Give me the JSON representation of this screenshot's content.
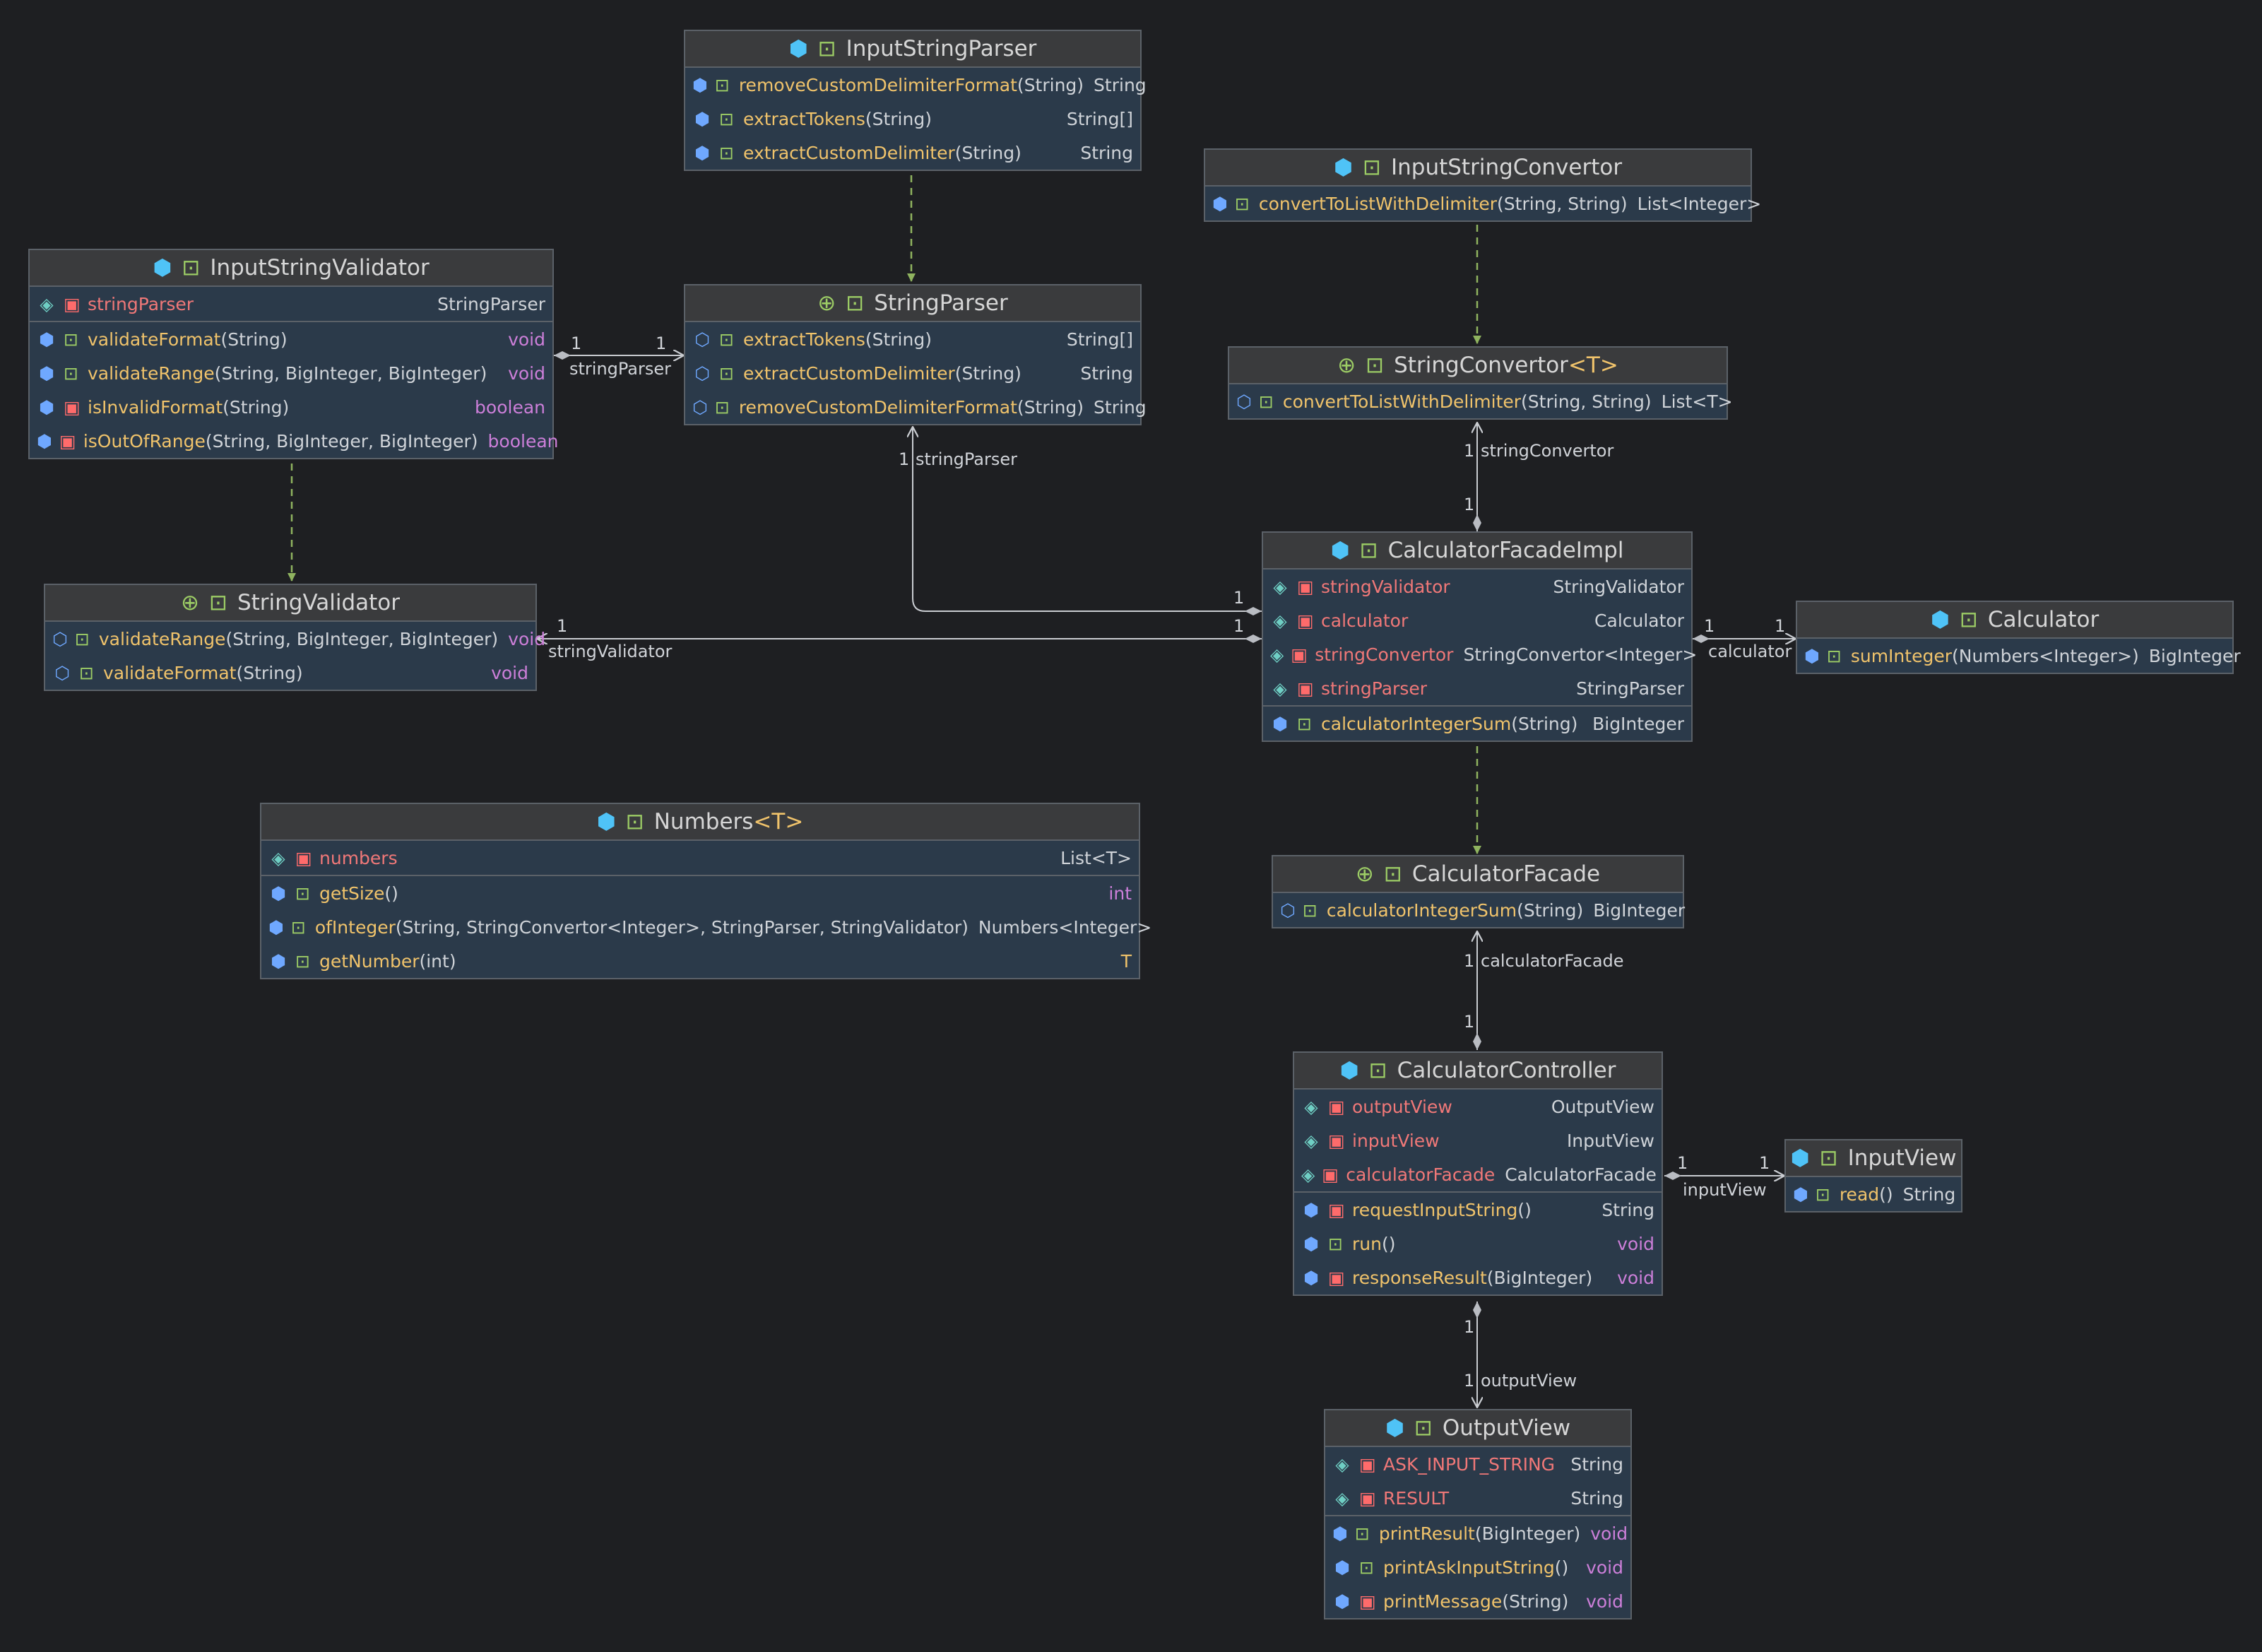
{
  "classes": {
    "input_string_parser": {
      "title": "InputStringParser",
      "methods": [
        {
          "name": "removeCustomDelimiterFormat",
          "args": "(String)",
          "ret": "String"
        },
        {
          "name": "extractTokens",
          "args": "(String)",
          "ret": "String[]"
        },
        {
          "name": "extractCustomDelimiter",
          "args": "(String)",
          "ret": "String"
        }
      ]
    },
    "string_parser": {
      "title": "StringParser",
      "methods": [
        {
          "name": "extractTokens",
          "args": "(String)",
          "ret": "String[]"
        },
        {
          "name": "extractCustomDelimiter",
          "args": "(String)",
          "ret": "String"
        },
        {
          "name": "removeCustomDelimiterFormat",
          "args": "(String)",
          "ret": "String"
        }
      ]
    },
    "input_string_validator": {
      "title": "InputStringValidator",
      "fields": [
        {
          "name": "stringParser",
          "type": "StringParser"
        }
      ],
      "methods": [
        {
          "name": "validateFormat",
          "args": "(String)",
          "ret": "void"
        },
        {
          "name": "validateRange",
          "args": "(String, BigInteger, BigInteger)",
          "ret": "void"
        },
        {
          "name": "isInvalidFormat",
          "args": "(String)",
          "ret": "boolean"
        },
        {
          "name": "isOutOfRange",
          "args": "(String, BigInteger, BigInteger)",
          "ret": "boolean"
        }
      ]
    },
    "string_validator": {
      "title": "StringValidator",
      "methods": [
        {
          "name": "validateRange",
          "args": "(String, BigInteger, BigInteger)",
          "ret": "void"
        },
        {
          "name": "validateFormat",
          "args": "(String)",
          "ret": "void"
        }
      ]
    },
    "input_string_convertor": {
      "title": "InputStringConvertor",
      "methods": [
        {
          "name": "convertToListWithDelimiter",
          "args": "(String, String)",
          "ret": "List<Integer>"
        }
      ]
    },
    "string_convertor": {
      "title": "StringConvertor",
      "generic": "<T>",
      "methods": [
        {
          "name": "convertToListWithDelimiter",
          "args": "(String, String)",
          "ret": "List<T>"
        }
      ]
    },
    "calculator_facade_impl": {
      "title": "CalculatorFacadeImpl",
      "fields": [
        {
          "name": "stringValidator",
          "type": "StringValidator"
        },
        {
          "name": "calculator",
          "type": "Calculator"
        },
        {
          "name": "stringConvertor",
          "type": "StringConvertor<Integer>"
        },
        {
          "name": "stringParser",
          "type": "StringParser"
        }
      ],
      "methods": [
        {
          "name": "calculatorIntegerSum",
          "args": "(String)",
          "ret": "BigInteger"
        }
      ]
    },
    "calculator": {
      "title": "Calculator",
      "methods": [
        {
          "name": "sumInteger",
          "args": "(Numbers<Integer>)",
          "ret": "BigInteger"
        }
      ]
    },
    "numbers": {
      "title": "Numbers",
      "generic": "<T>",
      "fields": [
        {
          "name": "numbers",
          "type": "List<T>"
        }
      ],
      "methods": [
        {
          "name": "getSize",
          "args": "()",
          "ret": "int"
        },
        {
          "name": "ofInteger",
          "args": "(String, StringConvertor<Integer>, StringParser, StringValidator)",
          "ret": "Numbers<Integer>"
        },
        {
          "name": "getNumber",
          "args": "(int)",
          "ret": "T"
        }
      ]
    },
    "calculator_facade": {
      "title": "CalculatorFacade",
      "methods": [
        {
          "name": "calculatorIntegerSum",
          "args": "(String)",
          "ret": "BigInteger"
        }
      ]
    },
    "calculator_controller": {
      "title": "CalculatorController",
      "fields": [
        {
          "name": "outputView",
          "type": "OutputView"
        },
        {
          "name": "inputView",
          "type": "InputView"
        },
        {
          "name": "calculatorFacade",
          "type": "CalculatorFacade"
        }
      ],
      "methods": [
        {
          "name": "requestInputString",
          "args": "()",
          "ret": "String"
        },
        {
          "name": "run",
          "args": "()",
          "ret": "void"
        },
        {
          "name": "responseResult",
          "args": "(BigInteger)",
          "ret": "void"
        }
      ]
    },
    "input_view": {
      "title": "InputView",
      "methods": [
        {
          "name": "read",
          "args": "()",
          "ret": "String"
        }
      ]
    },
    "output_view": {
      "title": "OutputView",
      "fields": [
        {
          "name": "ASK_INPUT_STRING",
          "type": "String"
        },
        {
          "name": "RESULT",
          "type": "String"
        }
      ],
      "methods": [
        {
          "name": "printResult",
          "args": "(BigInteger)",
          "ret": "void"
        },
        {
          "name": "printAskInputString",
          "args": "()",
          "ret": "void"
        },
        {
          "name": "printMessage",
          "args": "(String)",
          "ret": "void"
        }
      ]
    }
  },
  "relations": {
    "validator_parser": {
      "src_mult": "1",
      "dst_mult": "1",
      "role": "stringParser"
    },
    "facade_parser": {
      "src_mult": "1",
      "dst_mult": "1",
      "role": "stringParser"
    },
    "facade_validator": {
      "src_mult": "1",
      "dst_mult": "1",
      "role": "stringValidator"
    },
    "facade_convertor": {
      "src_mult": "1",
      "dst_mult": "1",
      "role": "stringConvertor"
    },
    "facade_calculator": {
      "src_mult": "1",
      "dst_mult": "1",
      "role": "calculator"
    },
    "controller_facade": {
      "src_mult": "1",
      "dst_mult": "1",
      "role": "calculatorFacade"
    },
    "controller_input": {
      "src_mult": "1",
      "dst_mult": "1",
      "role": "inputView"
    },
    "controller_output": {
      "src_mult": "1",
      "dst_mult": "1",
      "role": "outputView"
    }
  },
  "colors": {
    "background": "#1e1f22",
    "box_body": "#2b3a4a",
    "box_header": "#3a3b3d",
    "border": "#5b6168",
    "method_name": "#f0c36b",
    "field_name": "#f07878",
    "keyword_type": "#cc7fd9",
    "implements_line": "#8fb35f",
    "association_line": "#c9ccd1",
    "class_icon": "#4fc3f7",
    "interface_icon": "#9ccc65"
  },
  "icons": {
    "class": "class-icon",
    "interface": "interface-icon",
    "public": "unlock-icon",
    "private": "lock-icon",
    "method": "method-icon",
    "field": "field-tag-icon"
  }
}
